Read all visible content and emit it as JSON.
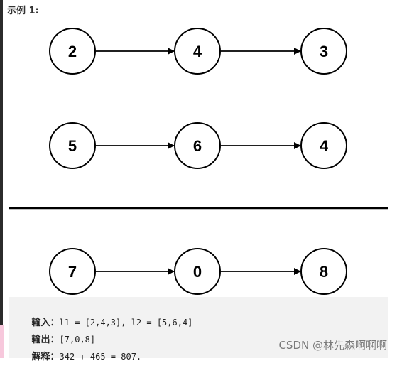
{
  "header": {
    "title": "示例 1:"
  },
  "diagram": {
    "rows": [
      {
        "nodes": [
          "2",
          "4",
          "3"
        ]
      },
      {
        "nodes": [
          "5",
          "6",
          "4"
        ]
      },
      {
        "nodes": [
          "7",
          "0",
          "8"
        ]
      }
    ]
  },
  "example": {
    "input_label": "输入：",
    "input_value": "l1 = [2,4,3], l2 = [5,6,4]",
    "output_label": "输出：",
    "output_value": "[7,0,8]",
    "explain_label": "解释：",
    "explain_value": "342 + 465 = 807."
  },
  "watermark": "CSDN @林先森啊啊啊"
}
